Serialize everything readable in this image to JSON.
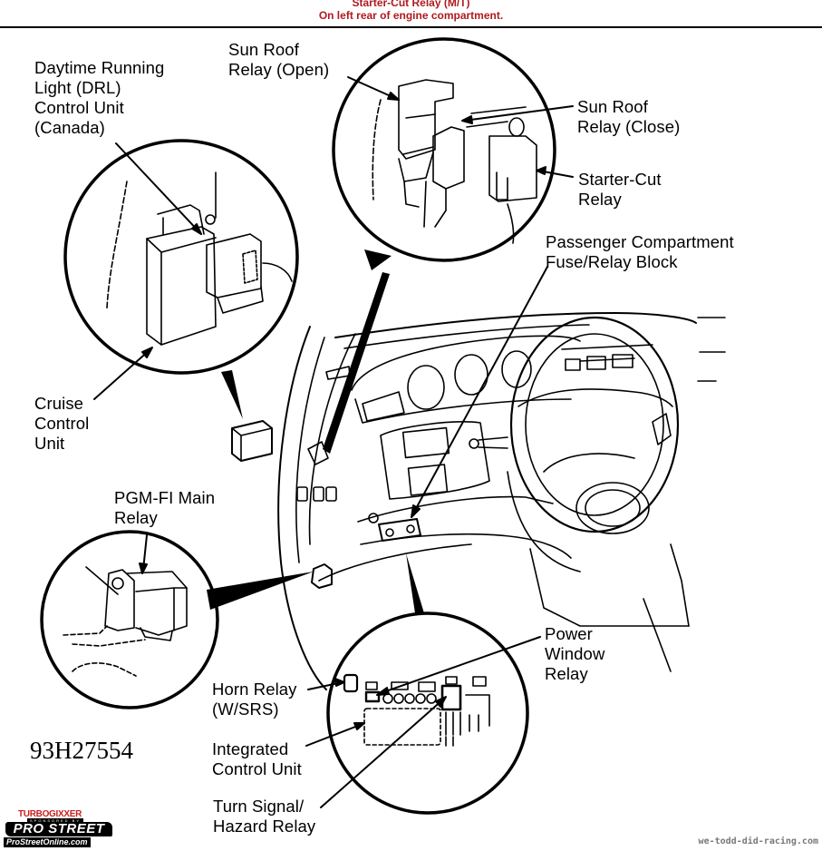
{
  "header": {
    "title": "Starter-Cut Relay (M/T)",
    "subtitle": "On left rear of engine compartment.",
    "text_color": "#b0191e"
  },
  "diagram": {
    "figure_number": "93H27554",
    "labels": {
      "drl": "Daytime Running\nLight (DRL)\nControl Unit\n(Canada)",
      "sunroof_open": "Sun Roof\nRelay (Open)",
      "sunroof_close": "Sun Roof\nRelay (Close)",
      "starter_cut": "Starter-Cut\nRelay",
      "passenger_fuse": "Passenger Compartment\nFuse/Relay Block",
      "cruise": "Cruise\nControl\nUnit",
      "pgmfi": "PGM-FI Main\nRelay",
      "power_window": "Power\nWindow\nRelay",
      "horn": "Horn Relay\n(W/SRS)",
      "icu": "Integrated\nControl Unit",
      "turn_signal": "Turn Signal/\nHazard Relay"
    }
  },
  "branding": {
    "logo_top": "TURBOGIXXER",
    "logo_sponsored": "SPONSORED BY",
    "logo_main": "PRO STREET",
    "logo_url": "ProStreetOnline.com",
    "logo_accent": "#cc1f1f",
    "watermark": "we-todd-did-racing.com"
  }
}
